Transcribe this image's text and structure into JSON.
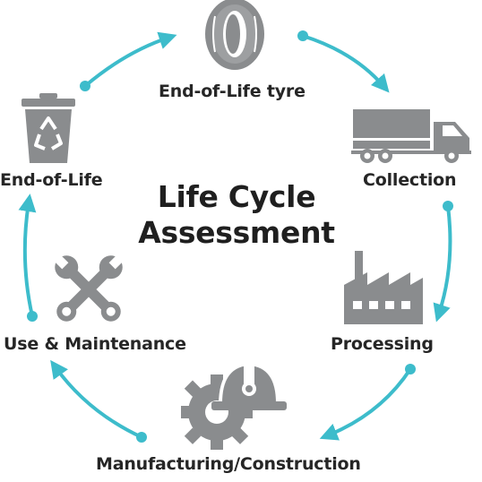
{
  "title": {
    "line1": "Life Cycle",
    "line2": "Assessment"
  },
  "stages": [
    {
      "label": "End-of-Life tyre",
      "icon": "tyre-icon"
    },
    {
      "label": "Collection",
      "icon": "truck-icon"
    },
    {
      "label": "Processing",
      "icon": "factory-icon"
    },
    {
      "label": "Manufacturing/Construction",
      "icon": "gear-hardhat-icon"
    },
    {
      "label": "Use & Maintenance",
      "icon": "wrench-icon"
    },
    {
      "label": "End-of-Life",
      "icon": "recycle-bin-icon"
    }
  ],
  "colors": {
    "accent": "#3dbccb",
    "icon": "#8a8c8e",
    "text": "#262626"
  }
}
